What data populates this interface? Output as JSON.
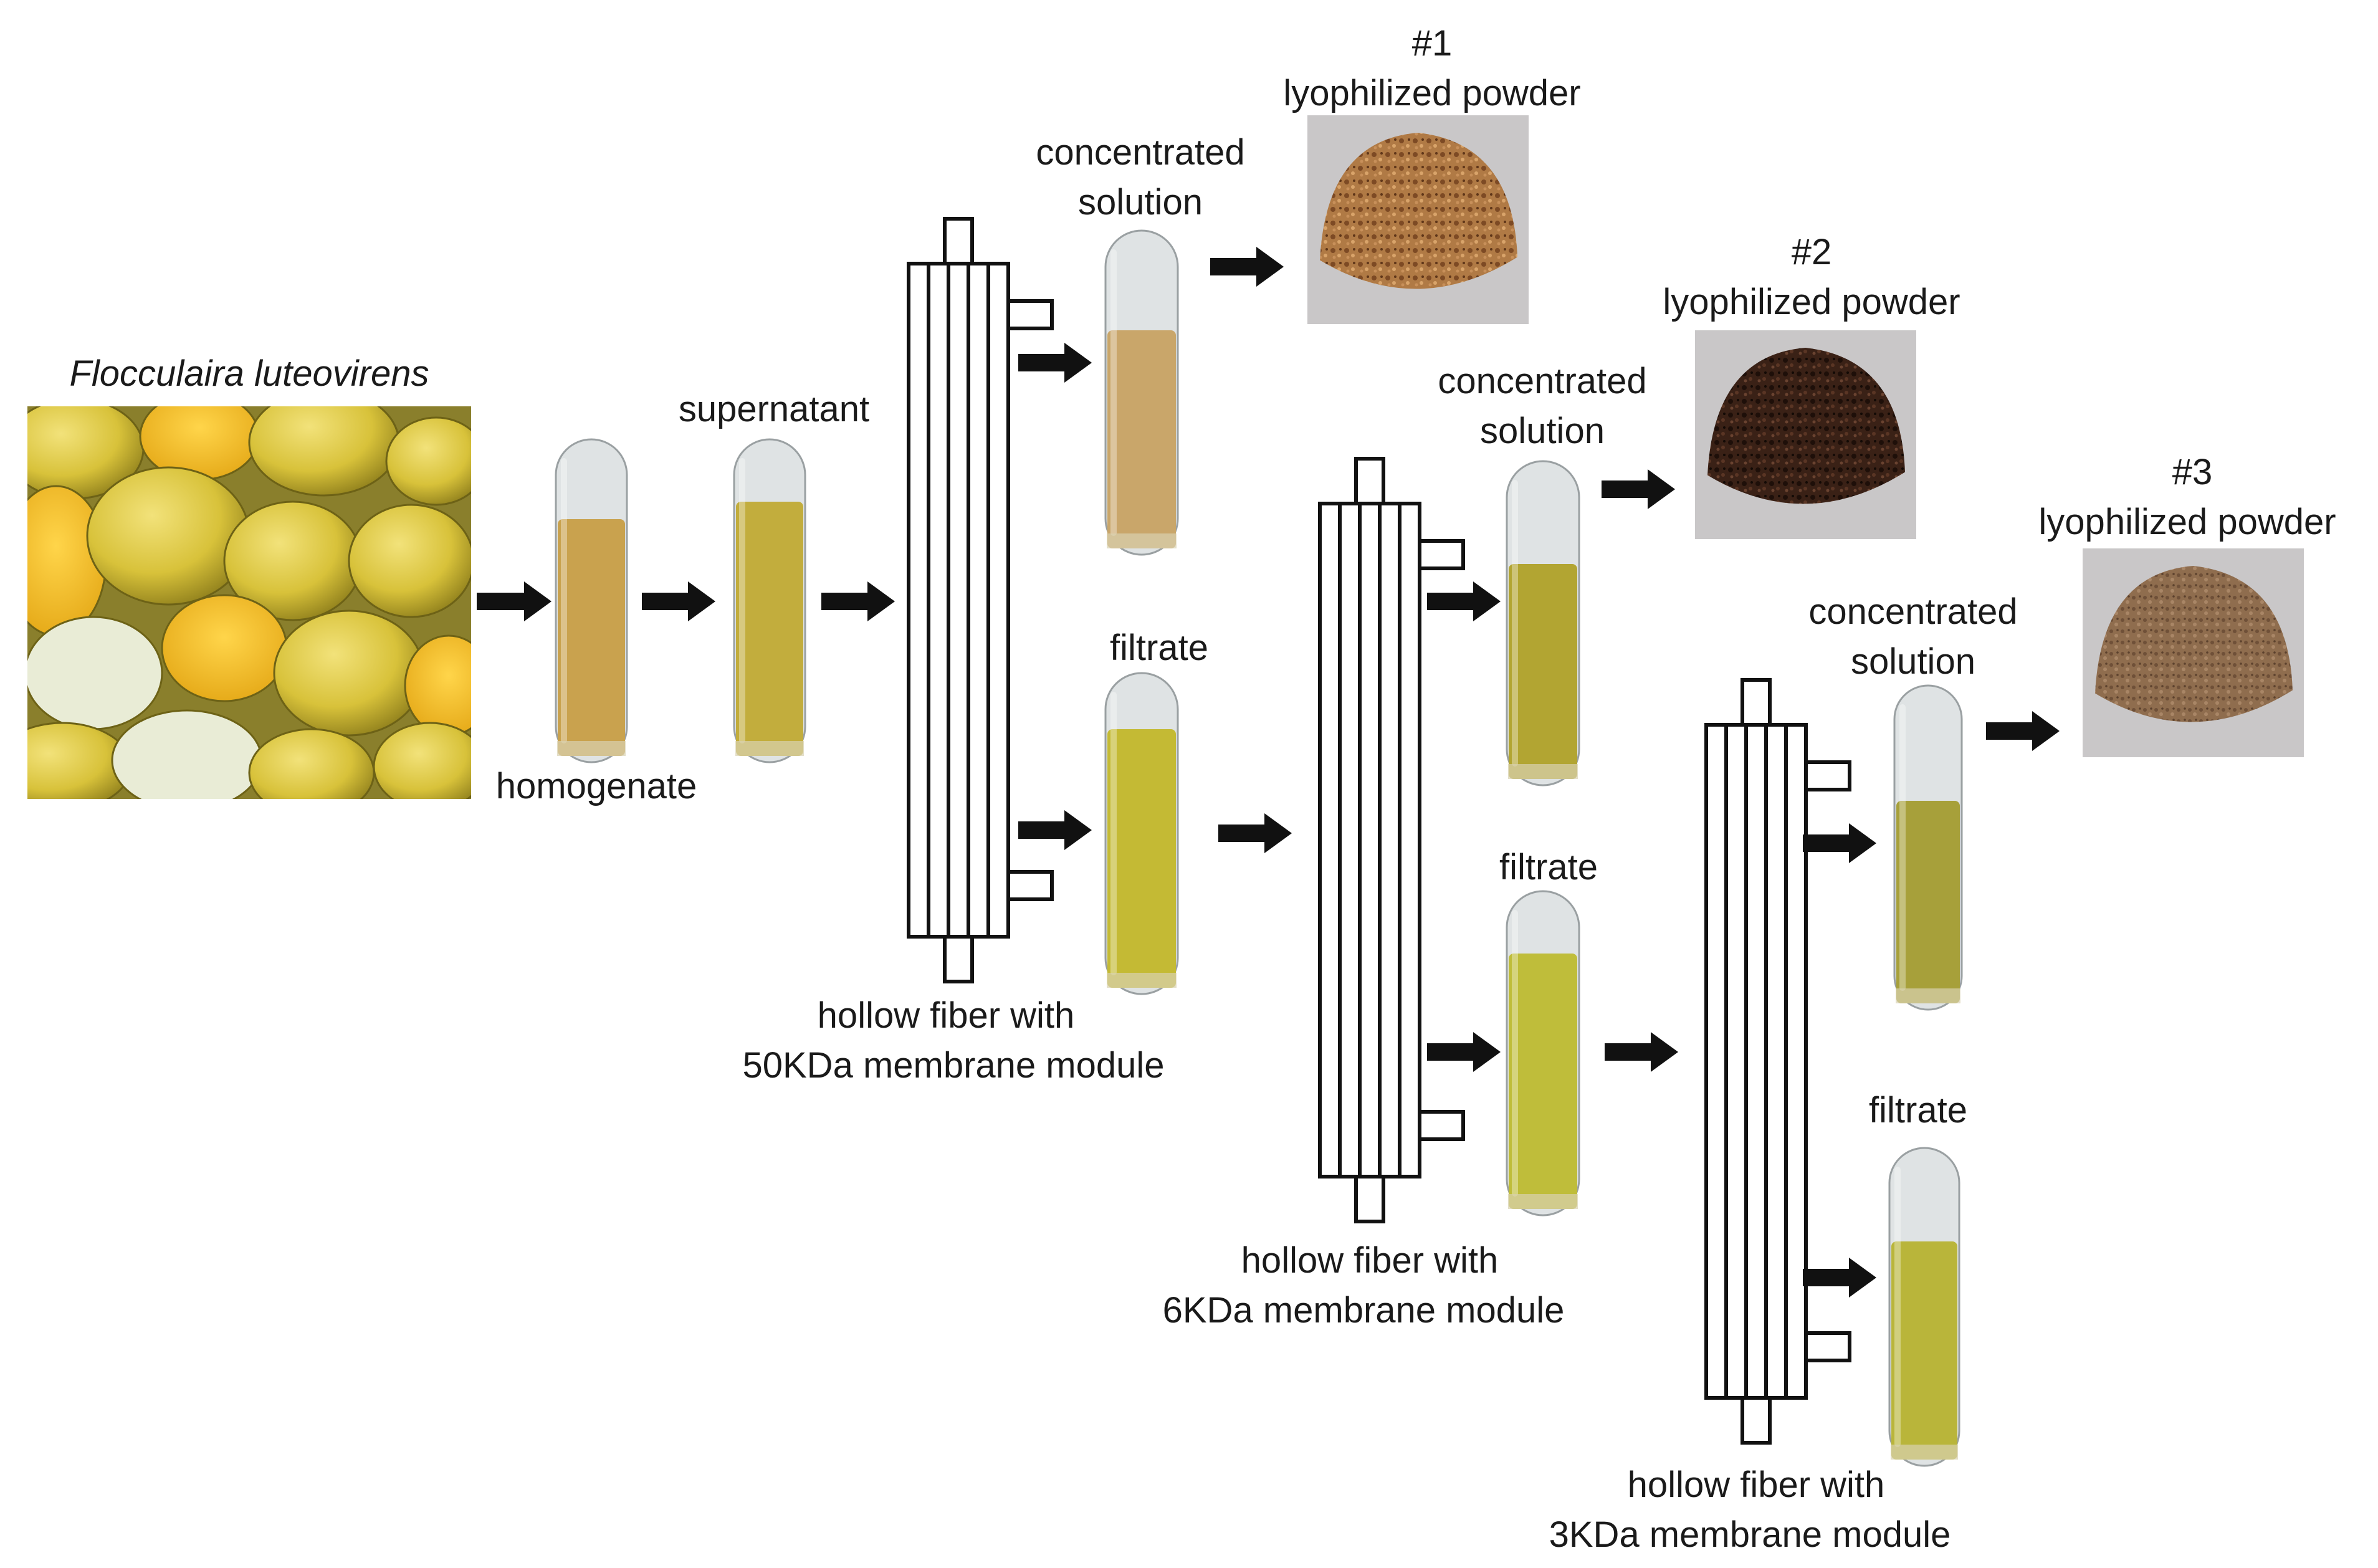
{
  "colors": {
    "line": "#111111",
    "arrow": "#111111",
    "tube_glass": "#dfe3e4",
    "homogenate": "#c9a24e",
    "supernatant": "#c2ad3d",
    "concentrate_1": "#c9a66a",
    "filtrate_1": "#c4ba34",
    "concentrate_2": "#b2a532",
    "filtrate_2": "#bfbd3a",
    "concentrate_3": "#a7a03a",
    "filtrate_3": "#b9b53a",
    "powder_1": "#a4693a",
    "powder_2": "#3f2418",
    "powder_3": "#8f6d4e",
    "powder_bg": "#c9c7c8",
    "mushroom_bg": "#8a7f2c"
  },
  "labels": {
    "species": "Flocculaira luteovirens",
    "homogenate": "homogenate",
    "supernatant": "supernatant",
    "stage1": {
      "concentrate_line1": "concentrated",
      "concentrate_line2": "solution",
      "filtrate": "filtrate",
      "module_line1": "hollow fiber with",
      "module_line2": "50KDa membrane module",
      "product_number": "#1",
      "product_name": "lyophilized powder"
    },
    "stage2": {
      "concentrate_line1": "concentrated",
      "concentrate_line2": "solution",
      "filtrate": "filtrate",
      "module_line1": "hollow fiber with",
      "module_line2": "6KDa membrane module",
      "product_number": "#2",
      "product_name": "lyophilized powder"
    },
    "stage3": {
      "concentrate_line1": "concentrated",
      "concentrate_line2": "solution",
      "filtrate": "filtrate",
      "module_line1": "hollow fiber with",
      "module_line2": "3KDa membrane module",
      "product_number": "#3",
      "product_name": "lyophilized powder"
    }
  }
}
